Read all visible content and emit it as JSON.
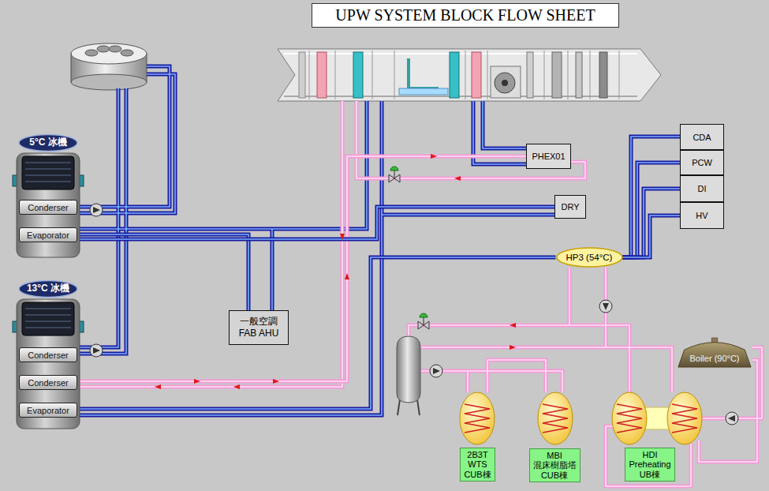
{
  "diagram": {
    "title": "UPW SYSTEM BLOCK FLOW SHEET",
    "nodes": [
      {
        "text": [
          "5°C 冰機"
        ]
      },
      {
        "text": [
          "Conderser"
        ],
        "in": 0
      },
      {
        "text": [
          "Evaporator"
        ],
        "in": 0
      },
      {
        "text": [
          "13°C 冰機"
        ]
      },
      {
        "text": [
          "Conderser"
        ],
        "in": 3
      },
      {
        "text": [
          "Conderser"
        ],
        "in": 3
      },
      {
        "text": [
          "Evaporator"
        ],
        "in": 3
      },
      {
        "text": [
          "PHEX01"
        ]
      },
      {
        "text": [
          "DRY"
        ]
      },
      {
        "text": [
          "CDA"
        ]
      },
      {
        "text": [
          "PCW"
        ]
      },
      {
        "text": [
          "DI"
        ]
      },
      {
        "text": [
          "HV"
        ]
      },
      {
        "text": [
          "一般空調 FAB AHU"
        ]
      },
      {
        "text": [
          "HP3 (54°C)"
        ]
      },
      {
        "text": [
          "Boiler (90°C)"
        ]
      },
      {
        "text": [
          "2B3T WTS CUB棟"
        ]
      },
      {
        "text": [
          "MBI 混床樹脂塔 CUB棟"
        ]
      },
      {
        "text": [
          "HDI Preheating UB棟"
        ]
      }
    ],
    "edges": [
      {
        "from": 2,
        "to": 13,
        "arrow": "none"
      },
      {
        "from": 6,
        "to": 14,
        "arrow": "none"
      },
      {
        "from": 14,
        "to": 9,
        "arrow": "none"
      },
      {
        "from": 14,
        "to": 10,
        "arrow": "none"
      },
      {
        "from": 14,
        "to": 11,
        "arrow": "none"
      },
      {
        "from": 14,
        "to": 12,
        "arrow": "none"
      },
      {
        "from": 5,
        "to": 7,
        "arrow": "none"
      },
      {
        "from": 2,
        "to": 8,
        "arrow": "none"
      }
    ]
  }
}
